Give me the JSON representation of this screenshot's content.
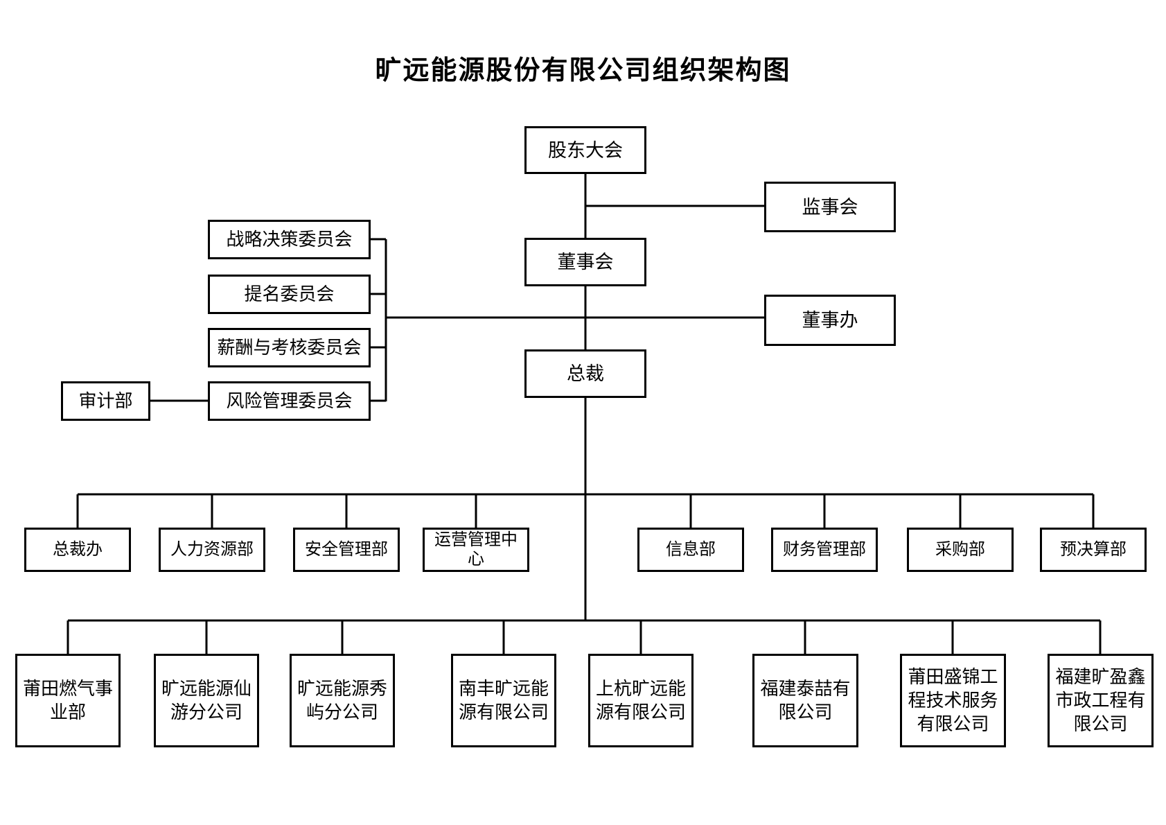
{
  "title": "旷远能源股份有限公司组织架构图",
  "nodes": {
    "shareholders_meeting": "股东大会",
    "supervisory_board": "监事会",
    "board_of_directors": "董事会",
    "board_office": "董事办",
    "president": "总裁",
    "audit_department": "审计部"
  },
  "committees": [
    "战略决策委员会",
    "提名委员会",
    "薪酬与考核委员会",
    "风险管理委员会"
  ],
  "departments": [
    "总裁办",
    "人力资源部",
    "安全管理部",
    "运营管理中心",
    "信息部",
    "财务管理部",
    "采购部",
    "预决算部"
  ],
  "subsidiaries": [
    "莆田燃气事业部",
    "旷远能源仙游分公司",
    "旷远能源秀屿分公司",
    "南丰旷远能源有限公司",
    "上杭旷远能源有限公司",
    "福建泰喆有限公司",
    "莆田盛锦工程技术服务有限公司",
    "福建旷盈鑫市政工程有限公司"
  ],
  "colors": {
    "line": "#000000",
    "box_border": "#000000",
    "box_background": "#ffffff",
    "text": "#000000",
    "page_background": "#ffffff"
  }
}
